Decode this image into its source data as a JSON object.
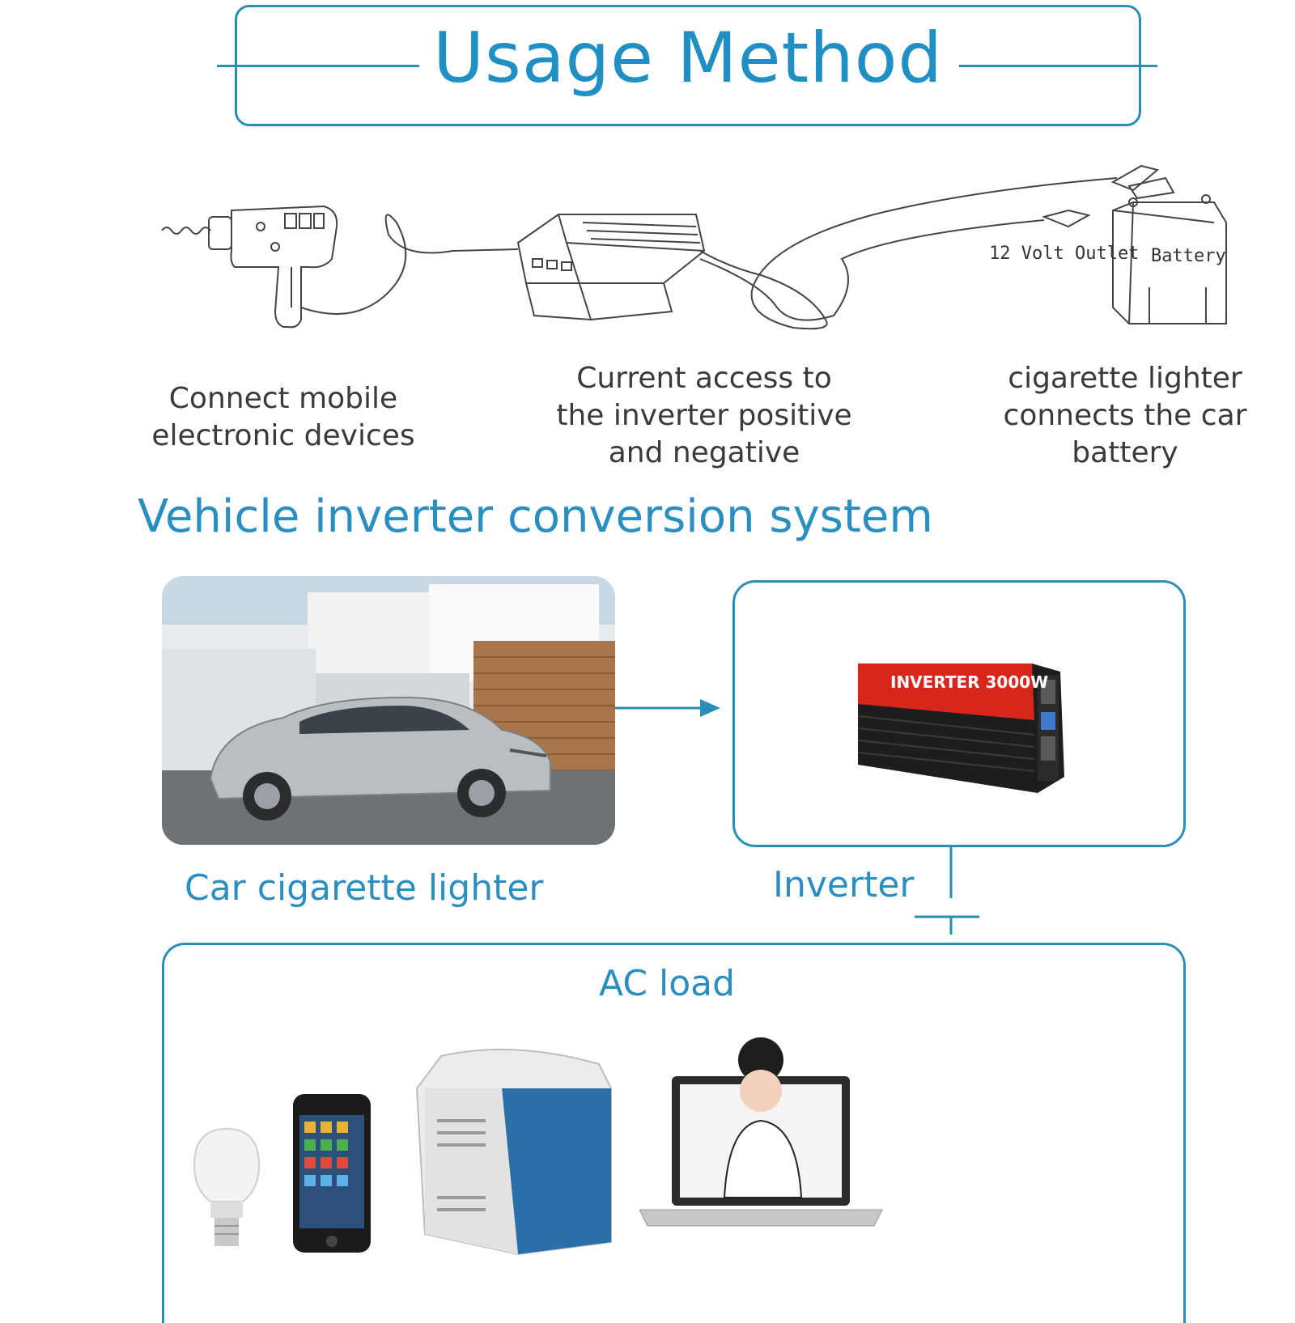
{
  "header": {
    "title": "Usage Method"
  },
  "steps": [
    {
      "caption_lines": [
        "Connect mobile",
        "electronic devices"
      ]
    },
    {
      "caption_lines": [
        "Current access to",
        "the inverter positive",
        "and negative"
      ]
    },
    {
      "caption_lines": [
        "cigarette lighter",
        "connects the car",
        "battery"
      ]
    }
  ],
  "sketch_labels": {
    "outlet": "12 Volt Outlet",
    "battery": "Battery"
  },
  "section": {
    "title": "Vehicle inverter conversion system"
  },
  "system": {
    "source_label": "Car cigarette lighter",
    "inverter_label": "Inverter",
    "inverter_product_text": "INVERTER 3000W",
    "load_label": "AC load"
  },
  "colors": {
    "accent": "#2a8fb7",
    "text_blue": "#2a8fc0",
    "inverter_red": "#d8261d"
  }
}
